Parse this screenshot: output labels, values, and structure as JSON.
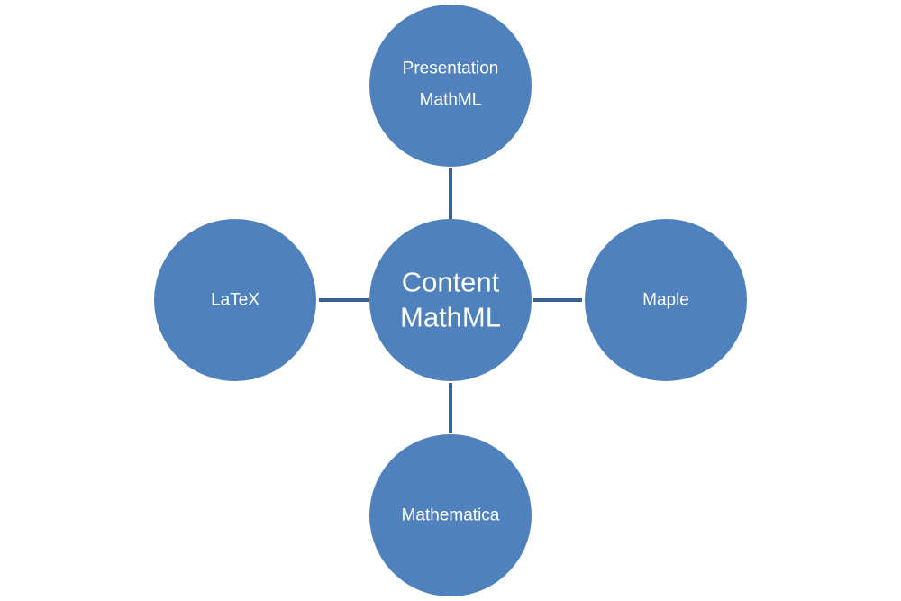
{
  "diagram": {
    "center": {
      "lines": [
        "Content",
        "MathML"
      ]
    },
    "nodes": {
      "top": {
        "lines": [
          "Presentation",
          "MathML"
        ]
      },
      "left": {
        "lines": [
          "LaTeX"
        ]
      },
      "right": {
        "lines": [
          "Maple"
        ]
      },
      "bottom": {
        "lines": [
          "Mathematica"
        ]
      }
    }
  },
  "colors": {
    "node_fill": "#4f81bd",
    "connector": "#3a6393",
    "label_text": "#ffffff",
    "background": "#ffffff"
  }
}
